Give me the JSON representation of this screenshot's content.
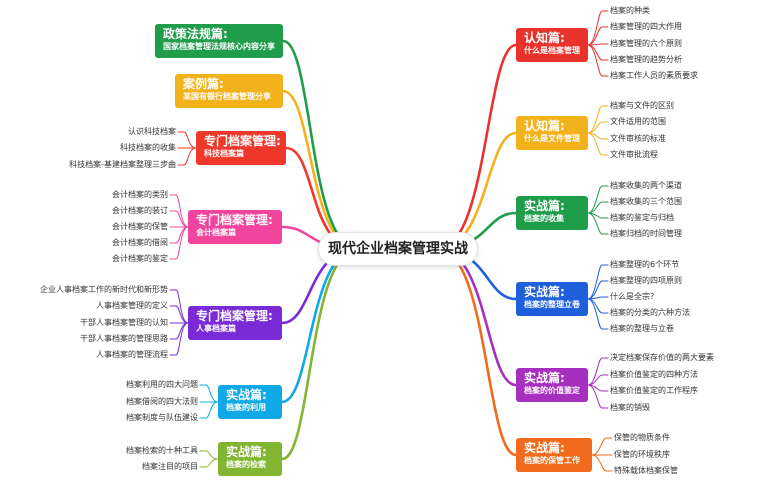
{
  "center": "现代企业档案管理实战",
  "left": [
    {
      "title": "政策法规篇:",
      "sub": "国家档案管理法规核心内容分享",
      "color": "#1f9d4a",
      "leaves": []
    },
    {
      "title": "案例篇:",
      "sub": "某国有银行档案管理分享",
      "color": "#f2b21c",
      "leaves": []
    },
    {
      "title": "专门档案管理:",
      "sub": "科技档案篇",
      "color": "#f0382a",
      "leaves": [
        "认识科技档案",
        "科技档案的收集",
        "科技档案-基建档案整理三步曲"
      ]
    },
    {
      "title": "专门档案管理:",
      "sub": "会计档案篇",
      "color": "#f0449d",
      "leaves": [
        "会计档案的类别",
        "会计档案的装订",
        "会计档案的保管",
        "会计档案的借阅",
        "会计档案的鉴定"
      ]
    },
    {
      "title": "专门档案管理:",
      "sub": "人事档案篇",
      "color": "#7a2bd6",
      "leaves": [
        "企业人事档案工作的新时代和新形势",
        "人事档案管理的定义",
        "干部人事档案管理的认知",
        "干部人事档案的管理思路",
        "人事档案的管理流程"
      ]
    },
    {
      "title": "实战篇:",
      "sub": "档案的利用",
      "color": "#10a9e6",
      "leaves": [
        "档案利用的四大问题",
        "档案借阅的四大法则",
        "档案制度与队伍建设"
      ]
    },
    {
      "title": "实战篇:",
      "sub": "档案的检索",
      "color": "#82b531",
      "leaves": [
        "档案检索的十种工具",
        "档案注目的项目"
      ]
    }
  ],
  "right": [
    {
      "title": "认知篇:",
      "sub": "什么是档案管理",
      "color": "#e8322b",
      "leaves": [
        "档案的种类",
        "档案管理的四大作用",
        "档案管理的六个原则",
        "档案管理的趋势分析",
        "档案工作人员的素质要求"
      ]
    },
    {
      "title": "认知篇:",
      "sub": "什么是文件管理",
      "color": "#f2b21c",
      "leaves": [
        "档案与文件的区别",
        "文件适用的范围",
        "文件审核的标准",
        "文件审批流程"
      ]
    },
    {
      "title": "实战篇:",
      "sub": "档案的收集",
      "color": "#1f9d4a",
      "leaves": [
        "档案收集的两个渠道",
        "档案收集的三个范围",
        "档案的鉴定与归档",
        "档案归档的时间管理"
      ]
    },
    {
      "title": "实战篇:",
      "sub": "档案的整理立卷",
      "color": "#1f5fdc",
      "leaves": [
        "档案整理的6个环节",
        "档案整理的四项原则",
        "什么是全宗?",
        "档案的分类的六种方法",
        "档案的整理与立卷"
      ]
    },
    {
      "title": "实战篇:",
      "sub": "档案的价值鉴定",
      "color": "#a72fc0",
      "leaves": [
        "决定档案保存价值的两大要素",
        "档案价值鉴定的四种方法",
        "档案价值鉴定的工作程序",
        "档案的销毁"
      ]
    },
    {
      "title": "实战篇:",
      "sub": "档案的保管工作",
      "color": "#f26b1d",
      "leaves": [
        "保管的物质条件",
        "保管的环境秩序",
        "特殊载体档案保管"
      ]
    }
  ]
}
